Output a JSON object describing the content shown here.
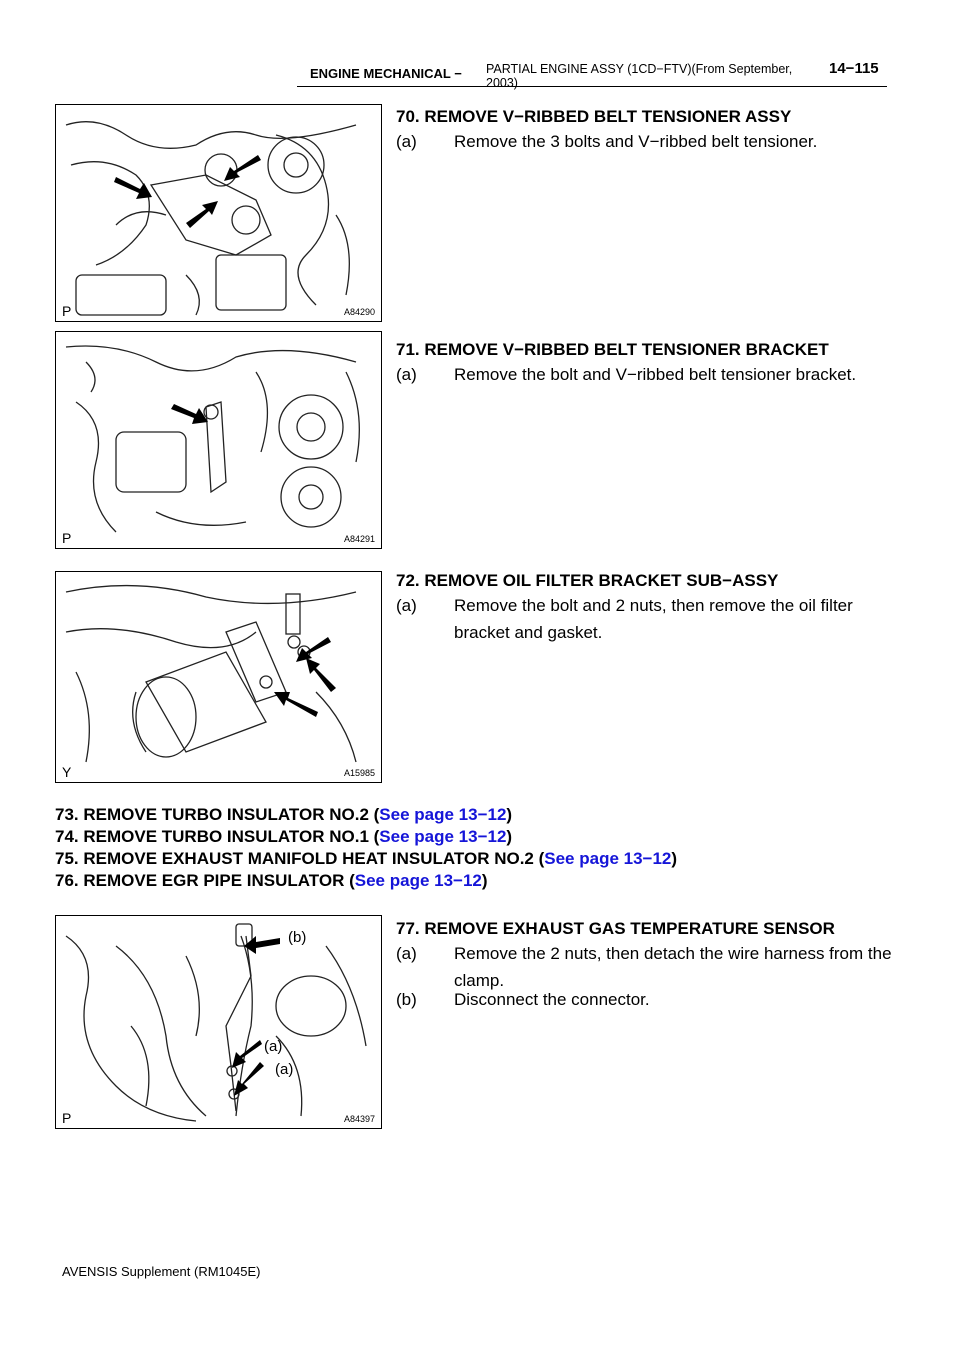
{
  "header": {
    "section": "ENGINE MECHANICAL  −",
    "title_line1": "PARTIAL ENGINE ASSY (1CD−FTV)(From September,",
    "title_line2": "2003)",
    "page_number": "14−115"
  },
  "figures": [
    {
      "code": "A84290",
      "letter": "P"
    },
    {
      "code": "A84291",
      "letter": "P"
    },
    {
      "code": "A15985",
      "letter": "Y"
    },
    {
      "code": "A84397",
      "letter": "P",
      "callouts": [
        "(b)",
        "(a)",
        "(a)"
      ]
    }
  ],
  "steps": [
    {
      "heading": "70.  REMOVE V−RIBBED BELT TENSIONER ASSY",
      "subs": [
        {
          "label": "(a)",
          "text": "Remove the 3 bolts and V−ribbed belt tensioner."
        }
      ]
    },
    {
      "heading": "71.  REMOVE V−RIBBED BELT TENSIONER BRACKET",
      "subs": [
        {
          "label": "(a)",
          "text": "Remove the bolt and V−ribbed belt tensioner bracket."
        }
      ]
    },
    {
      "heading": "72.  REMOVE OIL FILTER BRACKET SUB−ASSY",
      "subs": [
        {
          "label": "(a)",
          "text": "Remove the bolt and 2 nuts, then remove the oil filter bracket and gasket."
        }
      ]
    },
    {
      "heading": "77.  REMOVE EXHAUST GAS TEMPERATURE SENSOR",
      "subs": [
        {
          "label": "(a)",
          "text": "Remove the 2 nuts, then detach the wire harness from the clamp."
        },
        {
          "label": "(b)",
          "text": "Disconnect the connector."
        }
      ]
    }
  ],
  "full_steps": [
    {
      "text": "73.  REMOVE TURBO INSULATOR NO.2 (",
      "link": "See page 13−12",
      "close": ")"
    },
    {
      "text": "74.  REMOVE TURBO INSULATOR NO.1 (",
      "link": "See page 13−12",
      "close": ")"
    },
    {
      "text": "75.  REMOVE EXHAUST MANIFOLD HEAT INSULATOR NO.2 (",
      "link": "See page 13−12",
      "close": ")"
    },
    {
      "text": "76.  REMOVE EGR PIPE INSULATOR (",
      "link": "See page 13−12",
      "close": ")"
    }
  ],
  "footer": "AVENSIS Supplement  (RM1045E)",
  "colors": {
    "link": "#1515d8",
    "text": "#000000"
  }
}
